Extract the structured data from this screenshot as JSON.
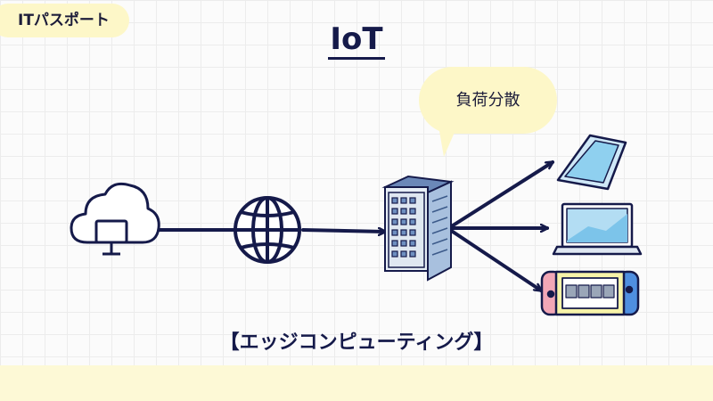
{
  "badge": {
    "label": "ITパスポート"
  },
  "title": "IoT",
  "bubble": {
    "text": "負荷分散"
  },
  "caption": "【エッジコンピューティング】",
  "icons": [
    "cloud-monitor-icon",
    "globe-icon",
    "server-rack-icon",
    "smartphone-icon",
    "laptop-icon",
    "game-console-icon"
  ],
  "colors": {
    "navy": "#151a4a",
    "yellow": "#fdf7c8",
    "device_blue": "#8fd0ef"
  }
}
